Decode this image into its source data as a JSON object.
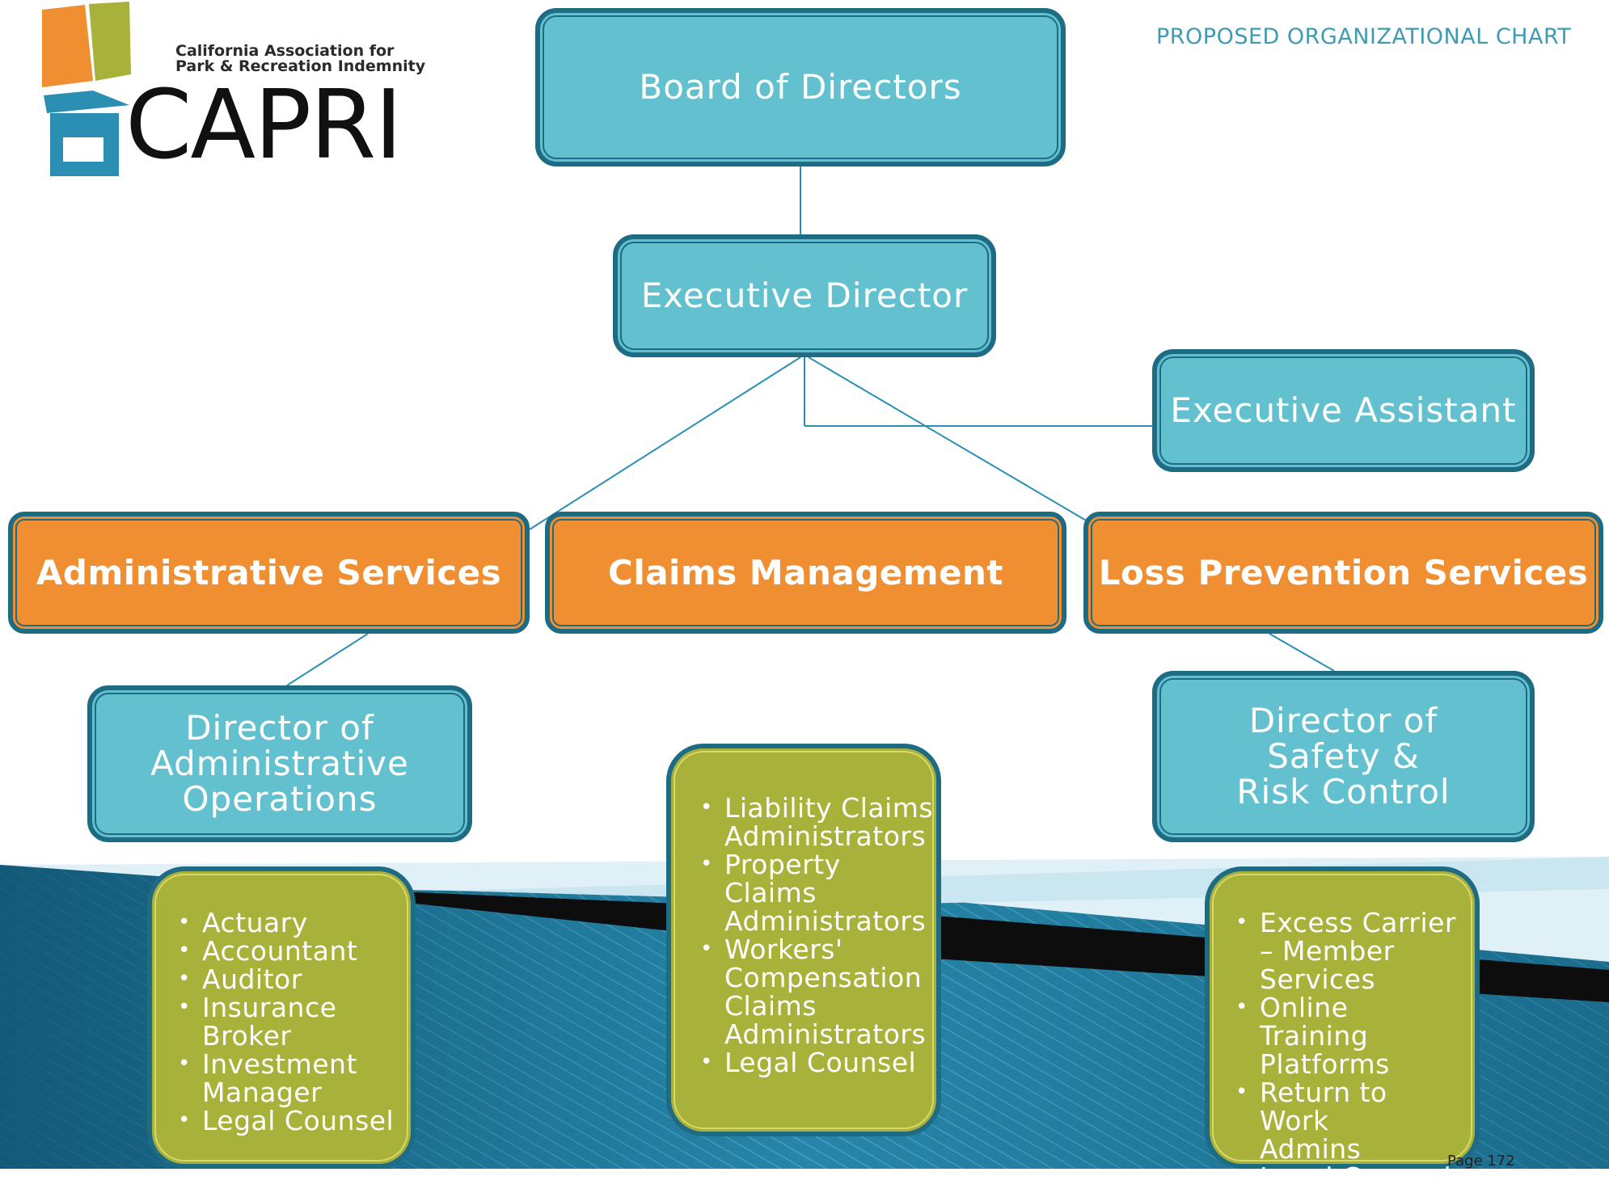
{
  "header": {
    "chart_title": "PROPOSED ORGANIZATIONAL CHART",
    "page_number": "Page 172"
  },
  "logo": {
    "tagline_line1": "California Association for",
    "tagline_line2": "Park & Recreation Indemnity",
    "wordmark": "CAPRI"
  },
  "org": {
    "board": "Board of Directors",
    "executive_director": "Executive Director",
    "executive_assistant": "Executive Assistant",
    "departments": {
      "admin": "Administrative Services",
      "claims": "Claims Management",
      "loss": "Loss Prevention Services"
    },
    "director_admin": [
      "Director of",
      "Administrative",
      "Operations"
    ],
    "director_safety": [
      "Director of",
      "Safety &",
      "Risk Control"
    ],
    "admin_list": [
      "Actuary",
      "Accountant",
      "Auditor",
      "Insurance Broker",
      "Investment Manager",
      "Legal Counsel"
    ],
    "claims_list": [
      "Liability Claims Administrators",
      "Property Claims Administrators",
      "Workers' Compensation Claims Administrators",
      "Legal Counsel"
    ],
    "loss_list": [
      "Excess Carrier – Member Services",
      "Online Training Platforms",
      "Return to Work Admins",
      "Legal Counsel"
    ]
  },
  "colors": {
    "teal_box": "#63c1cf",
    "orange_box": "#f08f32",
    "olive_box": "#a8b13a",
    "border": "#1e6b84",
    "title_text": "#3f9bb4"
  }
}
